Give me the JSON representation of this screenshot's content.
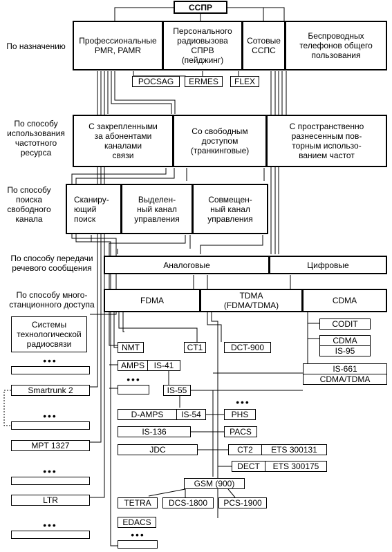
{
  "root": "ССПР",
  "criteria": {
    "purpose": "По назначению",
    "resource": "По способу\nиспользования\nчастотного\nресурса",
    "search": "По способу\nпоиска\nсвободного\nканала",
    "speech": "По способу передачи\nречевого сообщения",
    "access": "По способу  много-\nстанционного доступа"
  },
  "purpose": {
    "pmr": "Профессиональные\nPMR, PAMR",
    "paging": "Персонального\nрадиовызова\nСПРВ\n(пейджинг)",
    "cellular": "Сотовые\nССПС",
    "cordless": "Беспроводных\nтелефонов общего\nпользования"
  },
  "paging_std": {
    "pocsag": "POCSAG",
    "ermes": "ERMES",
    "flex": "FLEX"
  },
  "resource": {
    "fixed": "С закрепленными\nза абонентами\nканалами\nсвязи",
    "free": "Со свободным\nдоступом\n(транкинговые)",
    "spatial": "С пространственно\nразнесенным пов-\nторным использо-\nванием частот"
  },
  "search": {
    "scan": "Сканиру-\nющий\nпоиск",
    "dedicated": "Выделен-\nный канал\nуправления",
    "combined": "Совмещен-\nный канал\nуправления"
  },
  "speech": {
    "analog": "Аналоговые",
    "digital": "Цифровые"
  },
  "access": {
    "fdma": "FDMA",
    "tdma": "TDMA\n(FDMA/TDMA)",
    "cdma": "CDMA"
  },
  "left_systems": {
    "tech": "Системы\nтехнологической\nрадиосвязи",
    "smartrunk": "Smartrunk 2",
    "mpt": "MPT 1327",
    "ltr": "LTR"
  },
  "standards": {
    "nmt": "NMT",
    "ct1": "CT1",
    "dct900": "DCT-900",
    "amps": "AMPS",
    "is41": "IS-41",
    "is55": "IS-55",
    "damps": "D-AMPS",
    "is54": "IS-54",
    "phs": "PHS",
    "is136": "IS-136",
    "pacs": "PACS",
    "jdc": "JDC",
    "ct2": "CT2",
    "ets300131": "ETS 300131",
    "dect": "DECT",
    "ets300175": "ETS 300175",
    "gsm": "GSM (900)",
    "tetra": "TETRA",
    "dcs": "DCS-1800",
    "pcs": "PCS-1900",
    "edacs": "EDACS",
    "codit": "CODIT",
    "cdma": "CDMA",
    "is95": "IS-95",
    "is661": "IS-661",
    "cdmatdma": "CDMA/TDMA"
  },
  "ellipsis": "• • •"
}
